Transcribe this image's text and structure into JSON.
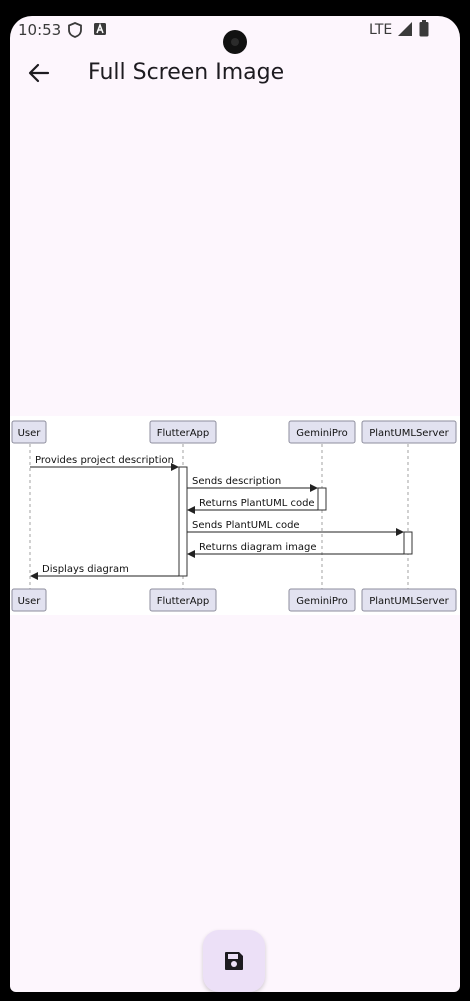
{
  "status_bar": {
    "time": "10:53",
    "network": "LTE",
    "icons": [
      "shield-icon",
      "text-a-icon",
      "signal-icon",
      "battery-icon"
    ]
  },
  "app_bar": {
    "title": "Full Screen Image",
    "back_icon": "arrow-back-icon"
  },
  "diagram": {
    "participants": [
      "User",
      "FlutterApp",
      "GeminiPro",
      "PlantUMLServer"
    ],
    "messages": [
      "Provides project description",
      "Sends description",
      "Returns PlantUML code",
      "Sends PlantUML code",
      "Returns diagram image",
      "Displays diagram"
    ]
  },
  "fab": {
    "icon": "save-icon"
  },
  "colors": {
    "background": "#fdf6fd",
    "fab_background": "#ece0f7",
    "participant_fill": "#e2e2f0",
    "text": "#1d1b20"
  }
}
